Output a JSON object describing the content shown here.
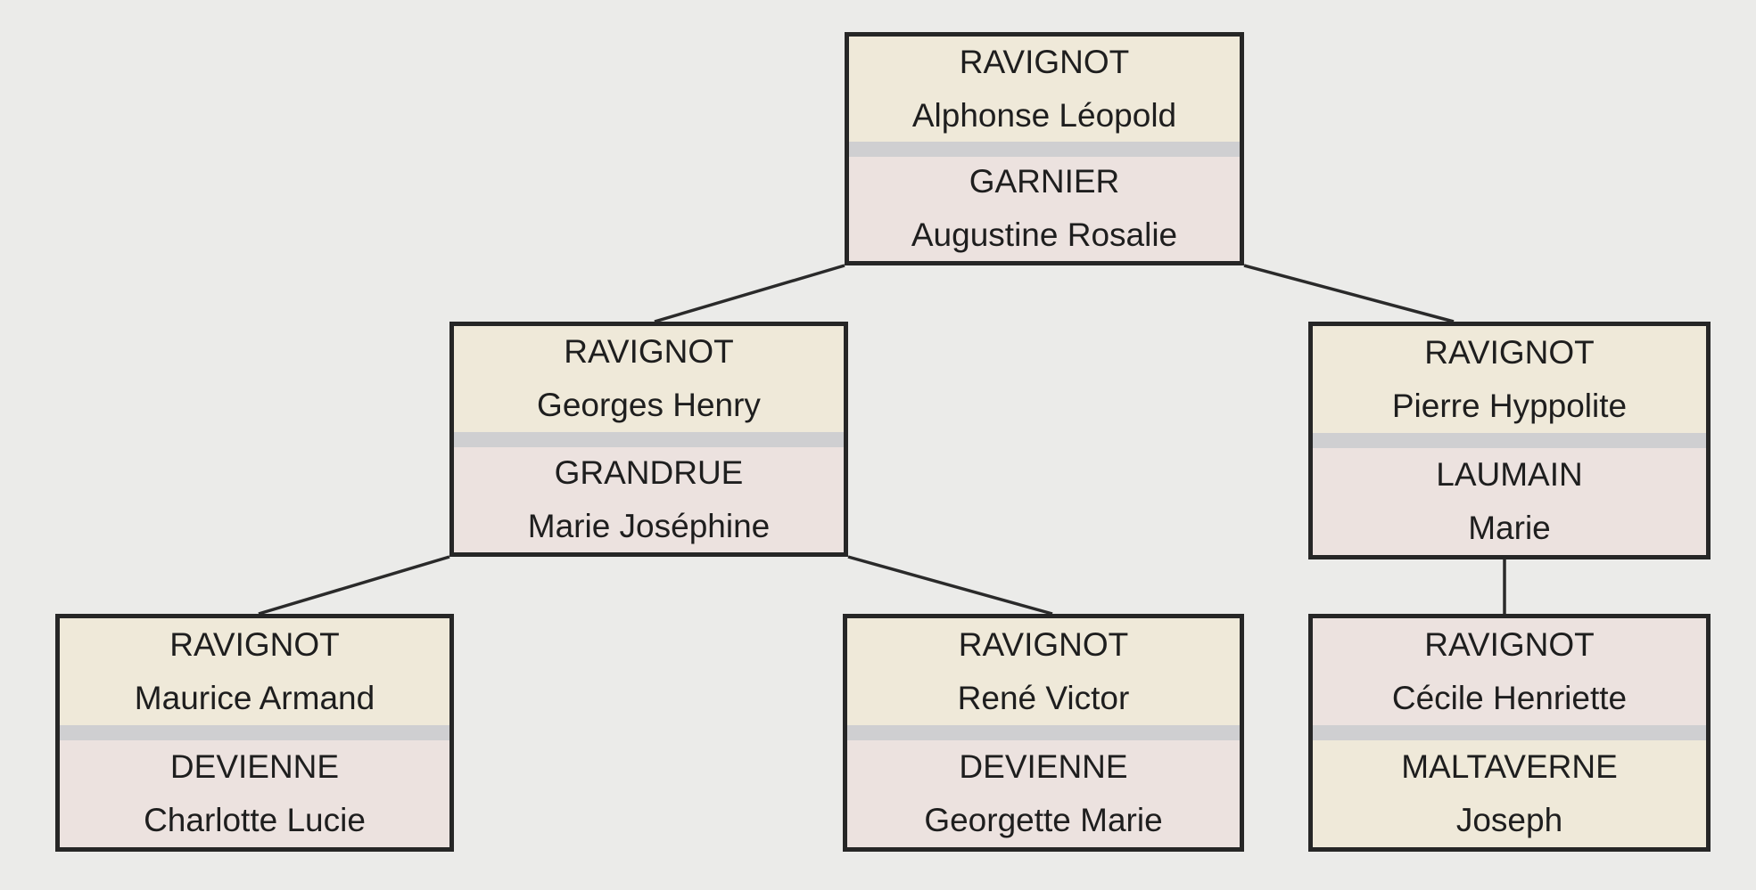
{
  "colors": {
    "background": "#ebebe9",
    "border": "#262626",
    "separator": "#cfcfd1",
    "yellow_tone": "#efe9d9",
    "pink_tone": "#ece2df"
  },
  "tree": {
    "root": {
      "primary": {
        "surname": "RAVIGNOT",
        "given": "Alphonse Léopold",
        "tone": "yellow"
      },
      "spouse": {
        "surname": "GARNIER",
        "given": "Augustine Rosalie",
        "tone": "pink"
      }
    },
    "child_georges": {
      "primary": {
        "surname": "RAVIGNOT",
        "given": "Georges Henry",
        "tone": "yellow"
      },
      "spouse": {
        "surname": "GRANDRUE",
        "given": "Marie Joséphine",
        "tone": "pink"
      }
    },
    "child_pierre": {
      "primary": {
        "surname": "RAVIGNOT",
        "given": "Pierre Hyppolite",
        "tone": "yellow"
      },
      "spouse": {
        "surname": "LAUMAIN",
        "given": "Marie",
        "tone": "pink"
      }
    },
    "grandchild_maurice": {
      "primary": {
        "surname": "RAVIGNOT",
        "given": "Maurice Armand",
        "tone": "yellow"
      },
      "spouse": {
        "surname": "DEVIENNE",
        "given": "Charlotte Lucie",
        "tone": "pink"
      }
    },
    "grandchild_rene": {
      "primary": {
        "surname": "RAVIGNOT",
        "given": "René Victor",
        "tone": "yellow"
      },
      "spouse": {
        "surname": "DEVIENNE",
        "given": "Georgette Marie",
        "tone": "pink"
      }
    },
    "grandchild_cecile": {
      "primary": {
        "surname": "RAVIGNOT",
        "given": "Cécile Henriette",
        "tone": "pink"
      },
      "spouse": {
        "surname": "MALTAVERNE",
        "given": "Joseph",
        "tone": "yellow"
      }
    }
  }
}
